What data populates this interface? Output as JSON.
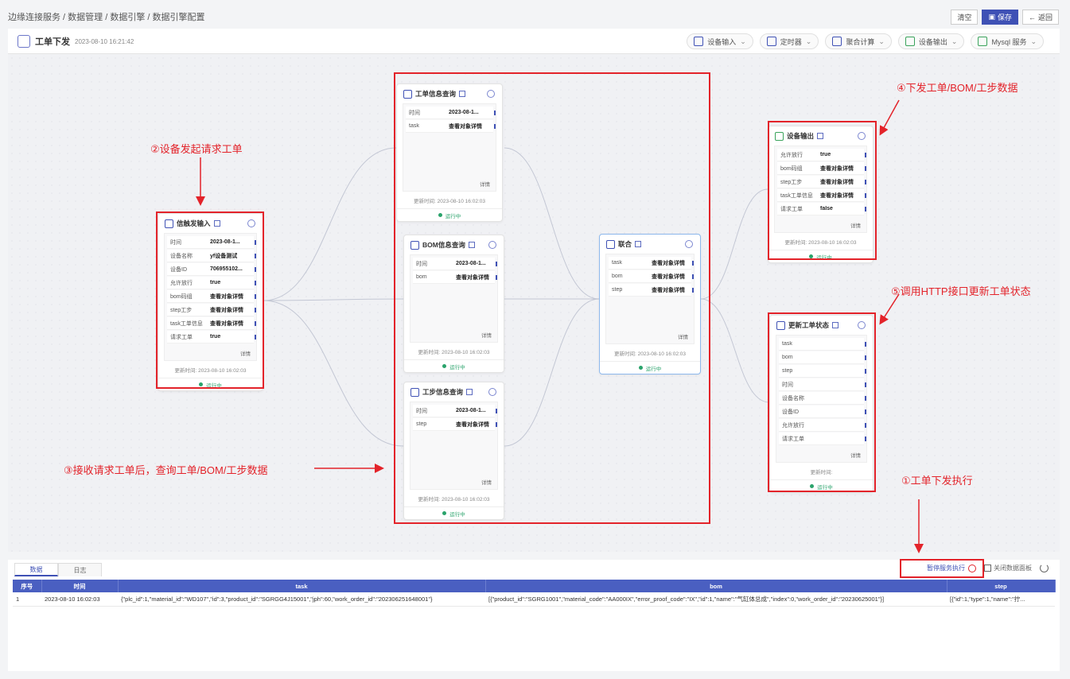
{
  "breadcrumb": "边缘连接服务 / 数据管理 / 数据引擎 / 数据引擎配置",
  "topbar": {
    "clear_label": "清空",
    "save_label": "保存",
    "back_label": "返回"
  },
  "header": {
    "title": "工单下发",
    "timestamp": "2023-08-10 16:21:42"
  },
  "menus": [
    {
      "label": "设备输入",
      "icon": "device-input-icon"
    },
    {
      "label": "定时器",
      "icon": "timer-icon"
    },
    {
      "label": "聚合计算",
      "icon": "aggregate-icon"
    },
    {
      "label": "设备输出",
      "icon": "device-output-icon"
    },
    {
      "label": "Mysql 服务",
      "icon": "mysql-icon"
    }
  ],
  "nodes": {
    "trigger": {
      "title": "信触发输入",
      "fields": [
        [
          "时间",
          "2023-08-1..."
        ],
        [
          "设备名称",
          "yf设备测试"
        ],
        [
          "设备ID",
          "706955102..."
        ],
        [
          "允许放行",
          "true"
        ],
        [
          "bom码组",
          "查看对象详情"
        ],
        [
          "step工步",
          "查看对象详情"
        ],
        [
          "task工单信息",
          "查看对象详情"
        ],
        [
          "请求工单",
          "true"
        ]
      ],
      "detail": "详情",
      "updated": "更新时间: 2023-08-10 16:02:03",
      "status": "运行中"
    },
    "order_query": {
      "title": "工单信息查询",
      "fields": [
        [
          "时间",
          "2023-08-1..."
        ],
        [
          "task",
          "查看对象详情"
        ]
      ],
      "detail": "详情",
      "updated": "更新时间: 2023-08-10 16:02:03",
      "status": "运行中"
    },
    "bom_query": {
      "title": "BOM信息查询",
      "fields": [
        [
          "时间",
          "2023-08-1..."
        ],
        [
          "bom",
          "查看对象详情"
        ]
      ],
      "detail": "详情",
      "updated": "更新时间: 2023-08-10 16:02:03",
      "status": "运行中"
    },
    "step_query": {
      "title": "工步信息查询",
      "fields": [
        [
          "时间",
          "2023-08-1..."
        ],
        [
          "step",
          "查看对象详情"
        ]
      ],
      "detail": "详情",
      "updated": "更新时间: 2023-08-10 16:02:03",
      "status": "运行中"
    },
    "join": {
      "title": "联合",
      "fields": [
        [
          "task",
          "查看对象详情"
        ],
        [
          "bom",
          "查看对象详情"
        ],
        [
          "step",
          "查看对象详情"
        ]
      ],
      "detail": "详情",
      "updated": "更新时间: 2023-08-10 16:02:03",
      "status": "运行中"
    },
    "device_output": {
      "title": "设备输出",
      "fields": [
        [
          "允许放行",
          "true"
        ],
        [
          "bom码组",
          "查看对象详情"
        ],
        [
          "step工步",
          "查看对象详情"
        ],
        [
          "task工单信息",
          "查看对象详情"
        ],
        [
          "请求工单",
          "false"
        ]
      ],
      "detail": "详情",
      "updated": "更新时间: 2023-08-10 16:02:03",
      "status": "运行中"
    },
    "update_status": {
      "title": "更新工单状态",
      "fields": [
        [
          "task",
          ""
        ],
        [
          "bom",
          ""
        ],
        [
          "step",
          ""
        ],
        [
          "时间",
          ""
        ],
        [
          "设备名称",
          ""
        ],
        [
          "设备ID",
          ""
        ],
        [
          "允许放行",
          ""
        ],
        [
          "请求工单",
          ""
        ]
      ],
      "detail": "详情",
      "updated": "更新时间:",
      "status": "运行中"
    }
  },
  "annotations": {
    "a1": "①工单下发执行",
    "a2": "②设备发起请求工单",
    "a3": "③接收请求工单后，查询工单/BOM/工步数据",
    "a4": "④下发工单/BOM/工步数据",
    "a5": "⑤调用HTTP接口更新工单状态"
  },
  "panel": {
    "tabs": [
      "数据",
      "日志"
    ],
    "pause_label": "暂停服务执行",
    "close_label": "关闭数据面板",
    "columns": [
      "序号",
      "时间",
      "task",
      "bom",
      "step"
    ],
    "rows": [
      [
        "1",
        "2023-08-10 16:02:03",
        "{\"plc_id\":1,\"material_id\":\"WD107\",\"id\":3,\"product_id\":\"SGRGG4J15001\",\"jph\":60,\"work_order_id\":\"202306251648001\"}",
        "[{\"product_id\":\"SGRG1001\",\"material_code\":\"AA000IX\",\"error_proof_code\":\"IX\",\"id\":1,\"name\":\"气缸体总成\",\"index\":0,\"work_order_id\":\"20230625001\"}]",
        "[{\"id\":1,\"type\":1,\"name\":\"拧..."
      ]
    ]
  },
  "colors": {
    "accent": "#3f51b5",
    "annotation": "#e3232a",
    "running": "#2aa36b"
  }
}
